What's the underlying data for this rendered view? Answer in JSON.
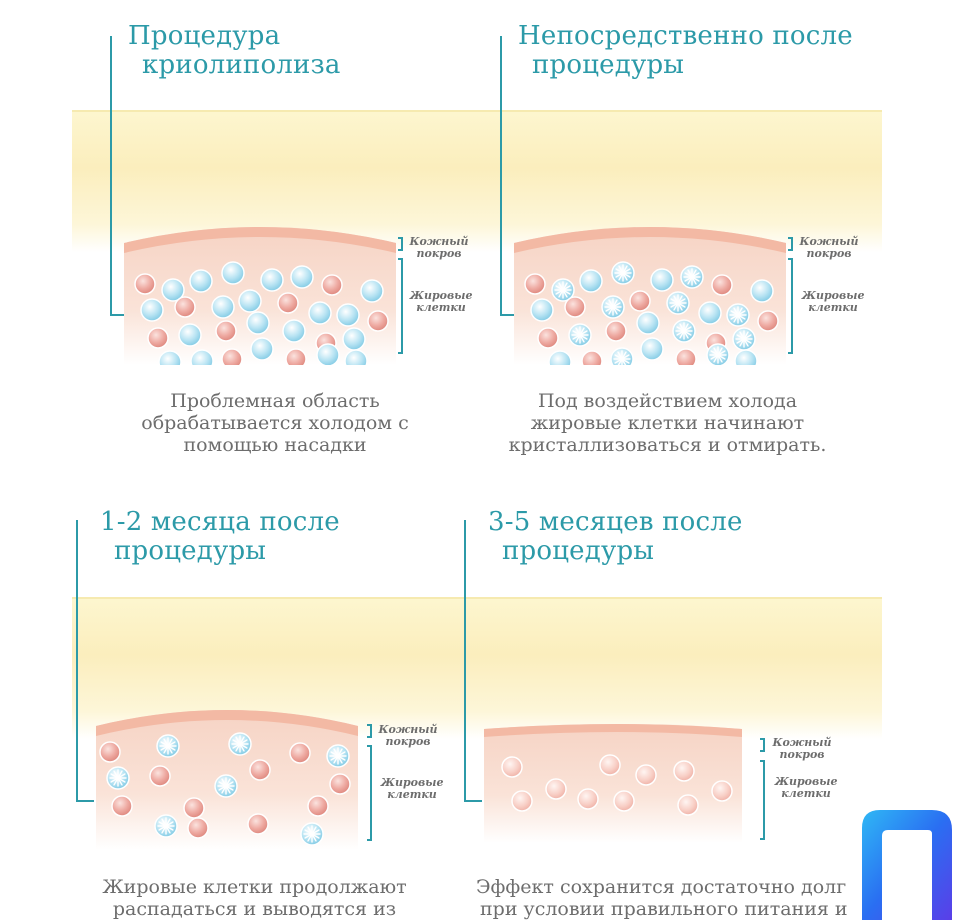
{
  "panels": [
    {
      "title": [
        "Процедура",
        "криолиполиза"
      ],
      "caption": [
        "Проблемная область",
        "обрабатывается холодом с",
        "помощью насадки"
      ],
      "label_skin": [
        "Кожный",
        "покров"
      ],
      "label_fat": [
        "Жировые",
        "клетки"
      ],
      "stage": "before"
    },
    {
      "title": [
        "Непосредственно после",
        "процедуры"
      ],
      "caption": [
        "Под воздействием холода",
        "жировые клетки начинают",
        "кристаллизоваться и отмирать."
      ],
      "label_skin": [
        "Кожный",
        "покров"
      ],
      "label_fat": [
        "Жировые",
        "клетки"
      ],
      "stage": "crystallizing"
    },
    {
      "title": [
        "1-2 месяца после",
        "процедуры"
      ],
      "caption": [
        "Жировые клетки продолжают",
        "распадаться и выводятся из"
      ],
      "label_skin": [
        "Кожный",
        "покров"
      ],
      "label_fat": [
        "Жировые",
        "клетки"
      ],
      "stage": "dissolving"
    },
    {
      "title": [
        "3-5 месяцев после",
        "процедуры"
      ],
      "caption": [
        "Эффект сохранится достаточно долг",
        "при условии правильного питания и"
      ],
      "label_skin": [
        "Кожный",
        "покров"
      ],
      "label_fat": [
        "Жировые",
        "клетки"
      ],
      "stage": "result"
    }
  ],
  "colors": {
    "accent": "#2c9aa8",
    "skin": "#f3b9a4",
    "fat_blue": "#a9dcee",
    "fat_pink": "#e79d94",
    "text": "#6d6d6d",
    "band": "#fbeebd",
    "logo": "#2a6ef2"
  },
  "logo": "brand-logo-icon"
}
